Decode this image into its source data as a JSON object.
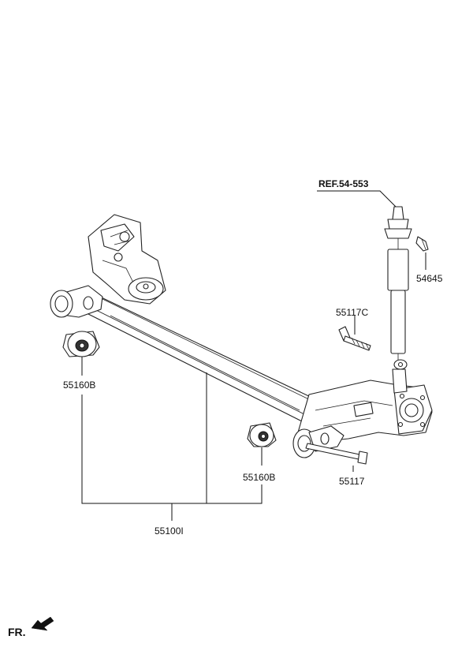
{
  "reference": "REF.54-553",
  "labels": {
    "rear_shock_mount_bolt": "54645",
    "upper_shock_bolt": "55117C",
    "left_bushing": "55160B",
    "right_bushing": "55160B",
    "lower_bolt": "55117",
    "torsion_axle": "55100I"
  },
  "direction_marker": "FR."
}
